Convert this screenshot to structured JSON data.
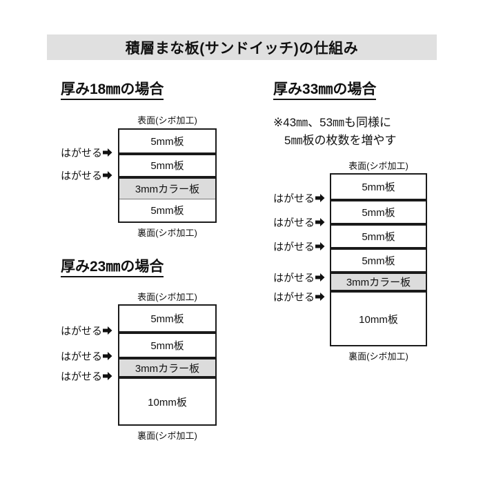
{
  "title": "積層まな板(サンドイッチ)の仕組み",
  "labels": {
    "top_face": "表面(シボ加工)",
    "bottom_face": "裏面(シボ加工)",
    "peel": "はがせる",
    "peel_arrow": "➡"
  },
  "colors": {
    "band_bg": "#e0e0e0",
    "color_layer": "#dcdcdc",
    "line": "#1a1a1a",
    "page_bg": "#ffffff"
  },
  "sections": [
    {
      "id": "s18",
      "heading": "厚み18㎜の場合",
      "top_face": "表面(シボ加工)",
      "bottom_face": "裏面(シボ加工)",
      "layers": [
        {
          "label": "5mm板",
          "type": "plain",
          "peelable_above": false
        },
        {
          "label": "5mm板",
          "type": "plain",
          "peelable_above": true
        },
        {
          "label": "3mmカラー板",
          "type": "color",
          "peelable_above": true
        },
        {
          "label": "5mm板",
          "type": "plain",
          "peelable_above": false
        }
      ]
    },
    {
      "id": "s23",
      "heading": "厚み23㎜の場合",
      "top_face": "表面(シボ加工)",
      "bottom_face": "裏面(シボ加工)",
      "layers": [
        {
          "label": "5mm板",
          "type": "plain",
          "peelable_above": false
        },
        {
          "label": "5mm板",
          "type": "plain",
          "peelable_above": true
        },
        {
          "label": "3mmカラー板",
          "type": "color",
          "peelable_above": true
        },
        {
          "label": "10mm板",
          "type": "plain",
          "peelable_above": true
        }
      ]
    },
    {
      "id": "s33",
      "heading": "厚み33㎜の場合",
      "note_line1": "※43㎜、53㎜も同様に",
      "note_line2": "5㎜板の枚数を増やす",
      "top_face": "表面(シボ加工)",
      "bottom_face": "裏面(シボ加工)",
      "layers": [
        {
          "label": "5mm板",
          "type": "plain",
          "peelable_above": false
        },
        {
          "label": "5mm板",
          "type": "plain",
          "peelable_above": true
        },
        {
          "label": "5mm板",
          "type": "plain",
          "peelable_above": true
        },
        {
          "label": "5mm板",
          "type": "plain",
          "peelable_above": true
        },
        {
          "label": "3mmカラー板",
          "type": "color",
          "peelable_above": true
        },
        {
          "label": "10mm板",
          "type": "plain",
          "peelable_above": true
        }
      ]
    }
  ]
}
